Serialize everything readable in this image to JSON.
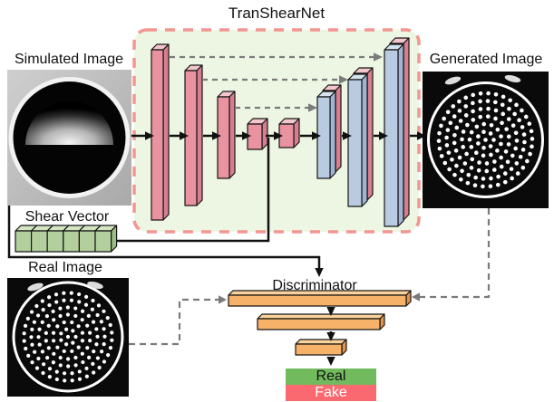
{
  "title": "TranShearNet",
  "labels": {
    "simulated_image": "Simulated Image",
    "generated_image": "Generated Image",
    "shear_vector": "Shear Vector",
    "real_image": "Real Image",
    "discriminator": "Discriminator"
  },
  "outputs": {
    "real": "Real",
    "fake": "Fake"
  },
  "colors": {
    "encoder_front": "#e992a0",
    "encoder_top": "#f3c6cd",
    "encoder_side": "#d97e90",
    "decoder_front": "#b9cbe1",
    "decoder_top": "#d6e2ef",
    "decoder_side": "#9fb6d2",
    "vector_front": "#b3cf9d",
    "vector_top": "#d3e5c1",
    "vector_side": "#9cbb85",
    "disc_front": "#f7b269",
    "disc_top": "#fbd29b",
    "disc_side": "#e2924b",
    "box_fill": "#edf6e2",
    "box_border": "#f2968f",
    "real_bg": "#72ba5e",
    "fake_bg": "#f9696f",
    "dash_gray": "#7b7b7b",
    "line_black": "#111111"
  }
}
